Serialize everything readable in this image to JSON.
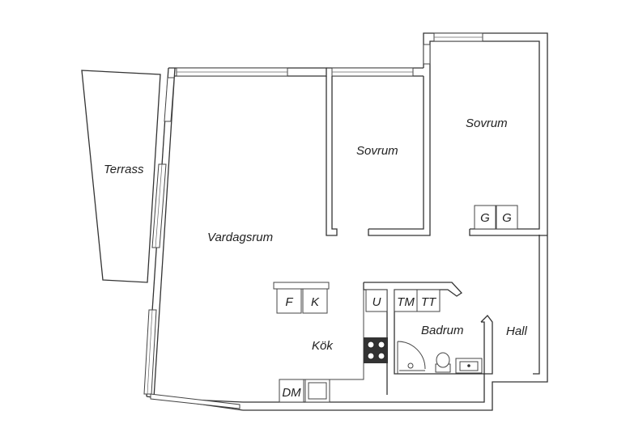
{
  "rooms": {
    "terrace": "Terrass",
    "living": "Vardagsrum",
    "bedroom_1": "Sovrum",
    "bedroom_2": "Sovrum",
    "kitchen": "Kök",
    "bathroom": "Badrum",
    "hall": "Hall"
  },
  "fixtures": {
    "fridge": "F",
    "freezer": "K",
    "oven": "U",
    "washing_machine": "TM",
    "dryer": "TT",
    "dishwasher": "DM",
    "wardrobe_1": "G",
    "wardrobe_2": "G"
  },
  "colors": {
    "wall": "#333333",
    "background": "#ffffff"
  }
}
